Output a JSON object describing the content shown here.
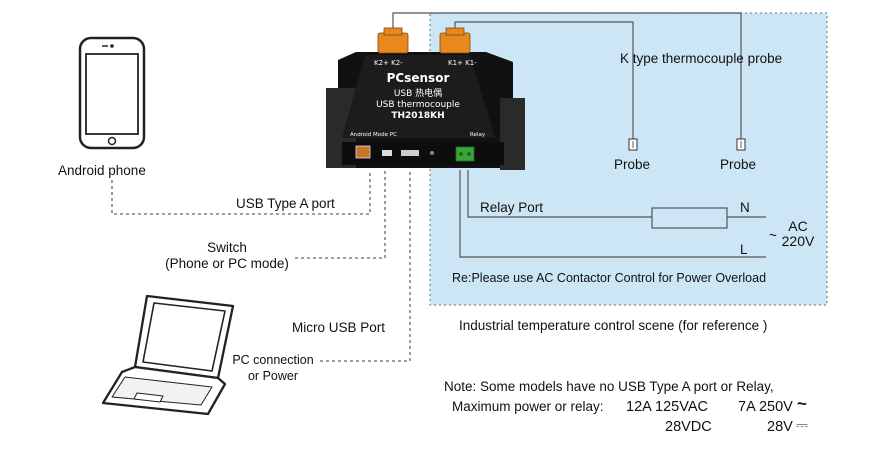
{
  "scene_caption": "Industrial temperature control scene (for reference )",
  "probe_title": "K type thermocouple probe",
  "probes": [
    "Probe",
    "Probe"
  ],
  "relay_port": "Relay Port",
  "ac": {
    "n": "N",
    "l": "L",
    "tilde": "~",
    "line1": "AC",
    "line2": "220V"
  },
  "reminder": "Re:Please use AC Contactor Control for Power Overload",
  "android_label": "Android phone",
  "usb_a_label": "USB Type A port",
  "switch_label": {
    "line1": "Switch",
    "line2": "(Phone or PC mode)"
  },
  "micro_usb_label": "Micro USB Port",
  "pc_label": {
    "line1": "PC connection",
    "line2": "or Power"
  },
  "device": {
    "brand": "PCsensor",
    "line1": "USB 热电偶",
    "line2": "USB thermocouple",
    "model": "TH2018KH",
    "k2": "K2+ K2-",
    "k1": "K1+ K1-",
    "bottom_left": "Android  Mode   PC",
    "bottom_right": "Relay"
  },
  "note": {
    "line1": "Note: Some models have no USB Type A port or Relay,",
    "line2_prefix": "Maximum power or relay:",
    "r1a": "12A 125VAC",
    "r1b": "7A 250V",
    "r1b_symbol": "~",
    "r2a": "28VDC",
    "r2b": "28V",
    "r2b_symbol": "⎓"
  },
  "colors": {
    "scene_bg": "#cde6f5",
    "device_body": "#1c1c1c",
    "connector": "#e8881e",
    "terminal": "#3aa63a"
  }
}
